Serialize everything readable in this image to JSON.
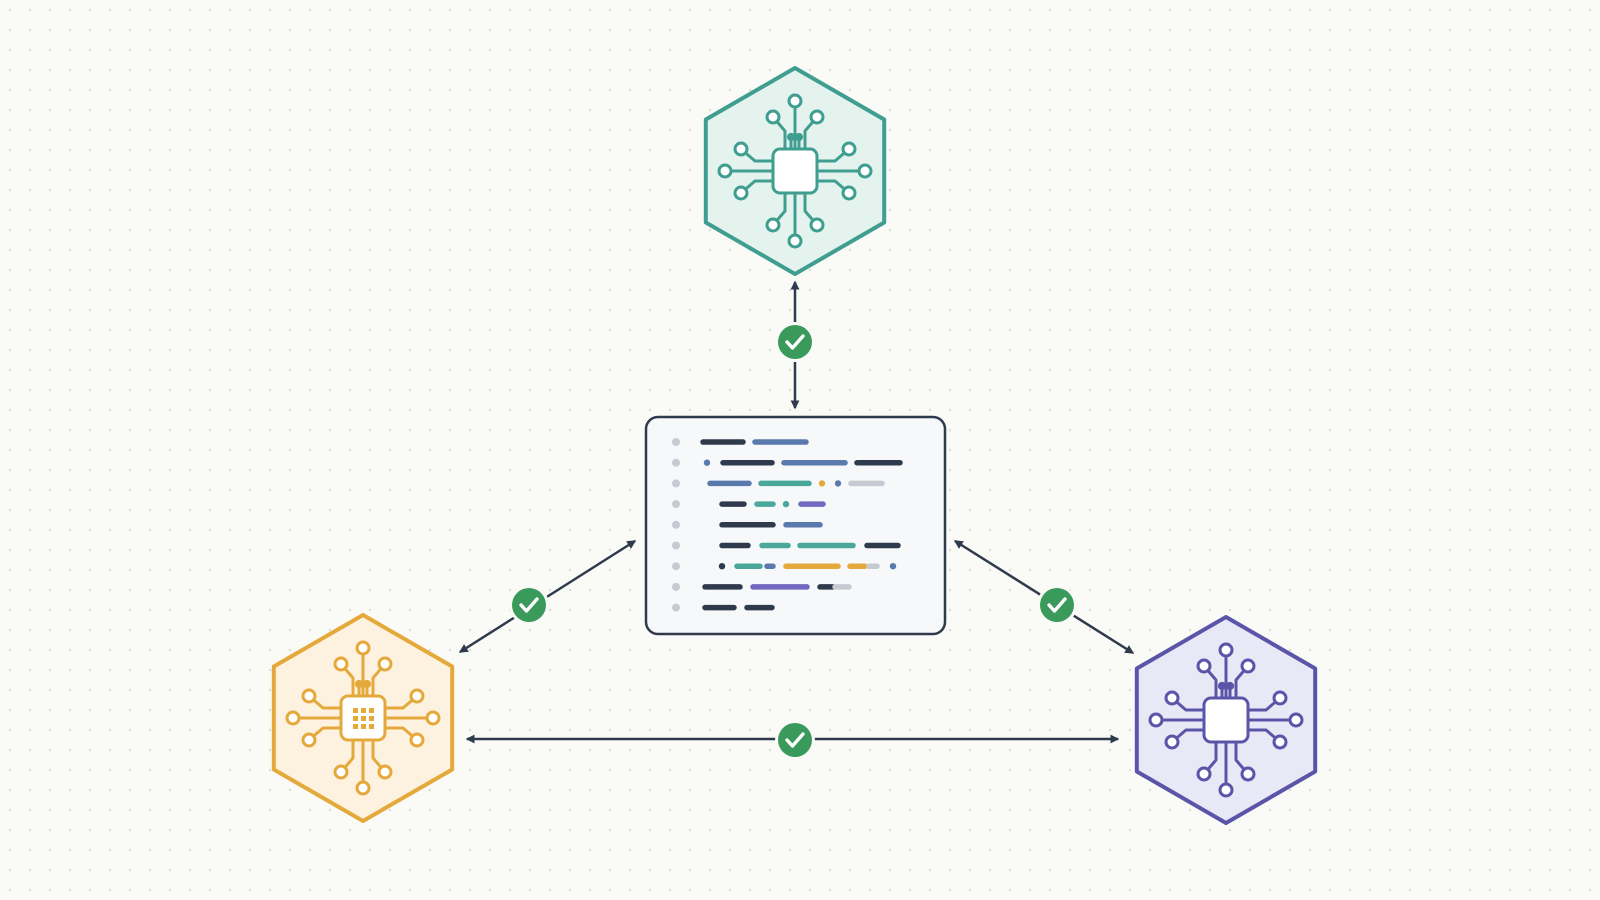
{
  "diagram": {
    "nodes": [
      {
        "id": "agent-top",
        "icon": "circuit-chip-icon",
        "color": "#3f9e8f",
        "fill": "#e4f3ee"
      },
      {
        "id": "agent-left",
        "icon": "circuit-chip-grid-icon",
        "color": "#e5a93b",
        "fill": "#fdf1e0"
      },
      {
        "id": "agent-right",
        "icon": "circuit-chip-icon",
        "color": "#5a55a8",
        "fill": "#e9e8f6"
      },
      {
        "id": "code-panel",
        "icon": "code-document-icon",
        "color": "#2f3b4d",
        "fill": "#f6f8fa"
      }
    ],
    "edges": [
      {
        "from": "agent-top",
        "to": "code-panel",
        "status": "check-icon"
      },
      {
        "from": "agent-left",
        "to": "code-panel",
        "status": "check-icon"
      },
      {
        "from": "agent-right",
        "to": "code-panel",
        "status": "check-icon"
      },
      {
        "from": "agent-left",
        "to": "agent-right",
        "status": "check-icon"
      }
    ],
    "colors": {
      "edge": "#2f3b4d",
      "check": "#3a9a5b",
      "code_dark": "#2f3b4d",
      "code_blue": "#5a79ad",
      "code_teal": "#4aa89b",
      "code_orange": "#e5a93b",
      "code_purple": "#7168c0",
      "code_gray": "#c7cad2"
    }
  }
}
